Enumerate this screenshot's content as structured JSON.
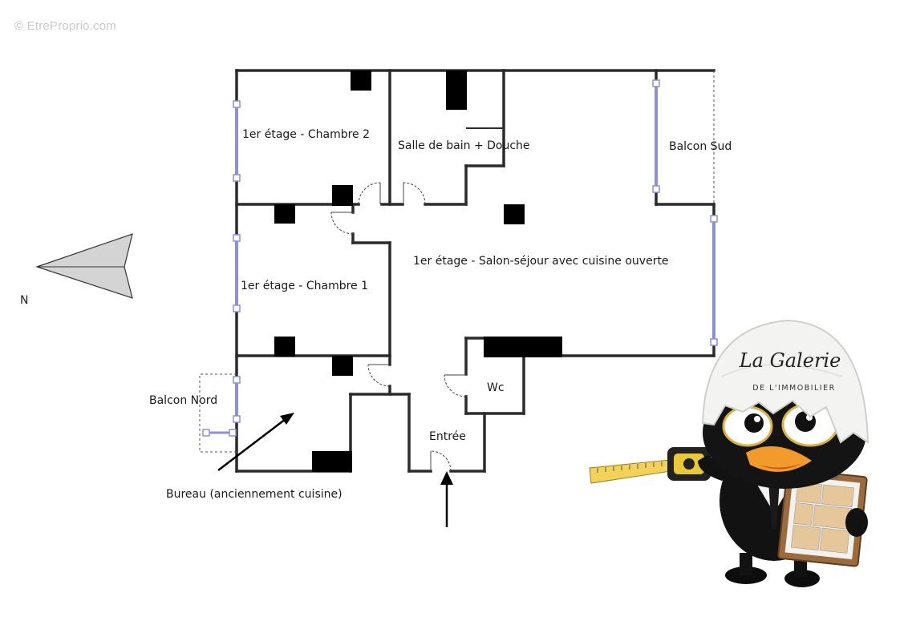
{
  "watermark": "© EtreProprio.com",
  "compass": {
    "north_label": "N"
  },
  "rooms": {
    "chambre2": "1er étage - Chambre 2",
    "salle_de_bain": "Salle de bain + Douche",
    "balcon_sud": "Balcon Sud",
    "chambre1": "1er étage - Chambre 1",
    "salon": "1er étage - Salon-séjour avec cuisine ouverte",
    "balcon_nord": "Balcon Nord",
    "wc": "Wc",
    "entree": "Entrée",
    "bureau": "Bureau (anciennement cuisine)"
  },
  "mascot": {
    "brand_name": "La Galerie",
    "brand_sub": "DE L'IMMOBILIER"
  },
  "colors": {
    "wall": "#2b2b2b",
    "window": "#8a8fe0",
    "column": "#000000",
    "compass_fill": "#d4d4d4"
  }
}
